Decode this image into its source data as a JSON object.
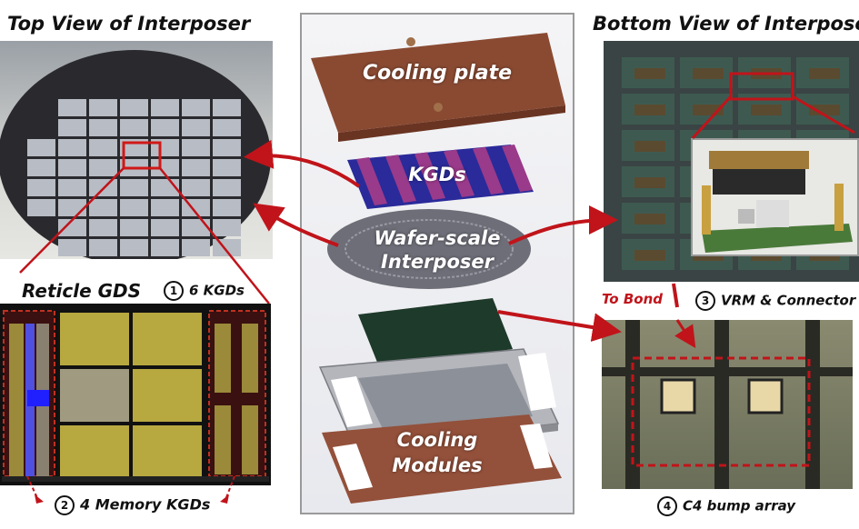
{
  "titles": {
    "top_view": "Top View of Interposer",
    "bottom_view": "Bottom View of Interposer",
    "reticle": "Reticle GDS"
  },
  "callouts": [
    {
      "num": "1",
      "text": "6 KGDs"
    },
    {
      "num": "2",
      "text": "4 Memory KGDs"
    },
    {
      "num": "3",
      "text": "VRM & Connector"
    },
    {
      "num": "4",
      "text": "C4 bump array"
    }
  ],
  "to_bond": "To Bond",
  "stack": {
    "cooling_plate": "Cooling plate",
    "kgds": "KGDs",
    "interposer_line1": "Wafer-scale",
    "interposer_line2": "Interposer",
    "cooling_modules_line1": "Cooling",
    "cooling_modules_line2": "Modules"
  },
  "colors": {
    "arrow": "#c0141a",
    "copper": "#8a4a32",
    "kgd_blue": "#2a2a9a",
    "kgd_magenta": "#9a3a8a",
    "gds_yellow": "#b8a840",
    "pcb_green": "#2c4a3a"
  }
}
